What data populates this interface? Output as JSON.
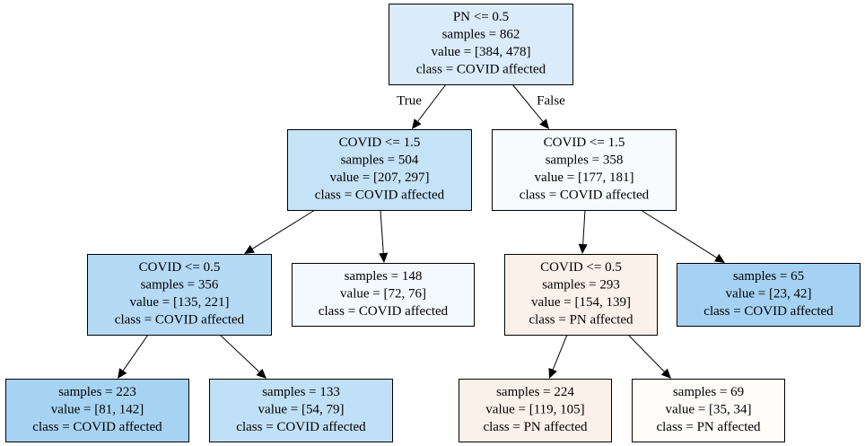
{
  "colors": {
    "covid_1": "#daebfa",
    "covid_2": "#c5e2f7",
    "covid_3": "#b5daf5",
    "covid_4": "#f7fbfe",
    "covid_5": "#f4f9fe",
    "covid_6": "#a5d2f3",
    "covid_7": "#a7d3f3",
    "covid_8": "#c0e0f7",
    "pn_1": "#fcf1ea",
    "pn_2": "#fcf1ea",
    "pn_3": "#fffcfa",
    "border": "#000000"
  },
  "nodes": [
    {
      "id": "n0",
      "lines": [
        "PN <= 0.5",
        "samples = 862",
        "value = [384, 478]",
        "class = COVID affected"
      ],
      "fill": "covid_1"
    },
    {
      "id": "n1",
      "lines": [
        "COVID <= 1.5",
        "samples = 504",
        "value = [207, 297]",
        "class = COVID affected"
      ],
      "fill": "covid_2"
    },
    {
      "id": "n2",
      "lines": [
        "COVID <= 1.5",
        "samples = 358",
        "value = [177, 181]",
        "class = COVID affected"
      ],
      "fill": "covid_4"
    },
    {
      "id": "n3",
      "lines": [
        "COVID <= 0.5",
        "samples = 356",
        "value = [135, 221]",
        "class = COVID affected"
      ],
      "fill": "covid_3"
    },
    {
      "id": "n4",
      "lines": [
        "samples = 148",
        "value = [72, 76]",
        "class = COVID affected"
      ],
      "fill": "covid_5"
    },
    {
      "id": "n5",
      "lines": [
        "COVID <= 0.5",
        "samples = 293",
        "value = [154, 139]",
        "class = PN affected"
      ],
      "fill": "pn_1"
    },
    {
      "id": "n6",
      "lines": [
        "samples = 65",
        "value = [23, 42]",
        "class = COVID affected"
      ],
      "fill": "covid_6"
    },
    {
      "id": "n7",
      "lines": [
        "samples = 223",
        "value = [81, 142]",
        "class = COVID affected"
      ],
      "fill": "covid_7"
    },
    {
      "id": "n8",
      "lines": [
        "samples = 133",
        "value = [54, 79]",
        "class = COVID affected"
      ],
      "fill": "covid_8"
    },
    {
      "id": "n9",
      "lines": [
        "samples = 224",
        "value = [119, 105]",
        "class = PN affected"
      ],
      "fill": "pn_2"
    },
    {
      "id": "n10",
      "lines": [
        "samples = 69",
        "value = [35, 34]",
        "class = PN affected"
      ],
      "fill": "pn_3"
    }
  ],
  "edges": [
    {
      "from": "n0",
      "to": "n1",
      "label": "True"
    },
    {
      "from": "n0",
      "to": "n2",
      "label": "False"
    },
    {
      "from": "n1",
      "to": "n3",
      "label": ""
    },
    {
      "from": "n1",
      "to": "n4",
      "label": ""
    },
    {
      "from": "n2",
      "to": "n5",
      "label": ""
    },
    {
      "from": "n2",
      "to": "n6",
      "label": ""
    },
    {
      "from": "n3",
      "to": "n7",
      "label": ""
    },
    {
      "from": "n3",
      "to": "n8",
      "label": ""
    },
    {
      "from": "n5",
      "to": "n9",
      "label": ""
    },
    {
      "from": "n5",
      "to": "n10",
      "label": ""
    }
  ]
}
